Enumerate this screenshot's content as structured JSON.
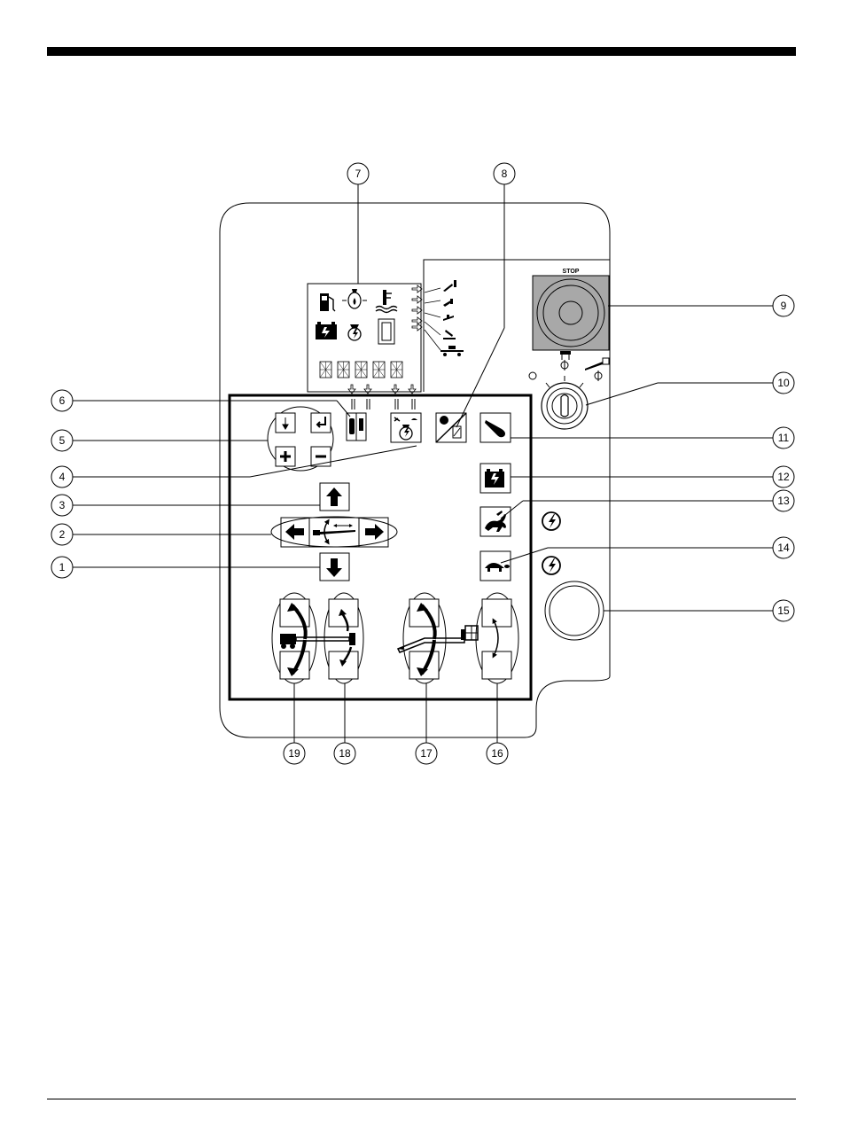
{
  "stop_button": {
    "label": "STOP"
  },
  "callouts": [
    {
      "number": "1",
      "target": "boom-down-button"
    },
    {
      "number": "2",
      "target": "boom-swing-buttons"
    },
    {
      "number": "3",
      "target": "boom-up-button"
    },
    {
      "number": "4",
      "target": "engine-start-button"
    },
    {
      "number": "5",
      "target": "display-keypad"
    },
    {
      "number": "6",
      "target": "display-select-button"
    },
    {
      "number": "7",
      "target": "display-panel"
    },
    {
      "number": "8",
      "target": "glow-plug-button"
    },
    {
      "number": "9",
      "target": "emergency-stop-button"
    },
    {
      "number": "10",
      "target": "key-switch"
    },
    {
      "number": "11",
      "target": "horn-button"
    },
    {
      "number": "12",
      "target": "battery-button"
    },
    {
      "number": "13",
      "target": "rabbit-speed-button"
    },
    {
      "number": "14",
      "target": "turtle-speed-button"
    },
    {
      "number": "15",
      "target": "round-button"
    },
    {
      "number": "16",
      "target": "platform-level-buttons"
    },
    {
      "number": "17",
      "target": "jib-buttons"
    },
    {
      "number": "18",
      "target": "platform-rotate-buttons"
    },
    {
      "number": "19",
      "target": "boom-extend-buttons"
    }
  ],
  "icons": {
    "fuel": "fuel-pump-icon",
    "oil": "oil-can-icon",
    "coolant": "coolant-temperature-icon",
    "battery": "battery-icon",
    "engine": "engine-icon",
    "hourglass": "hourglass-icon",
    "horn": "horn-icon",
    "rabbit": "rabbit-icon",
    "turtle": "turtle-icon",
    "lightning": "lightning-circle-icon"
  },
  "colors": {
    "ink": "#000000",
    "stop_fill": "#a8a8a8",
    "paper": "#ffffff"
  }
}
